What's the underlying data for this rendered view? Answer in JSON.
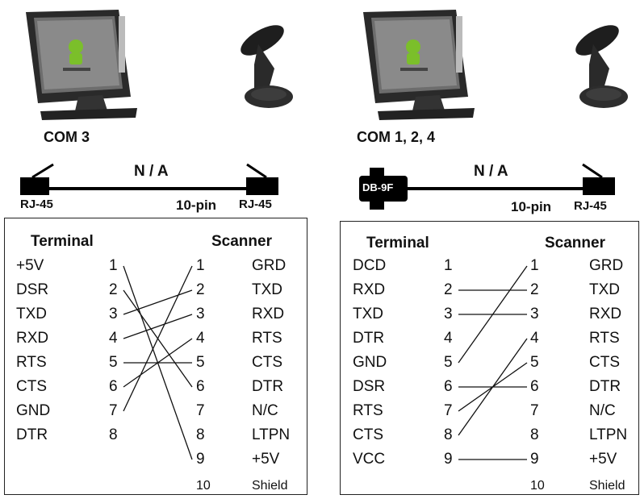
{
  "left": {
    "port_label": "COM 3",
    "cable_label": "N / A",
    "terminal_connector": "RJ-45",
    "scanner_connector_prefix": "10-pin",
    "scanner_connector": "RJ-45",
    "terminal_header": "Terminal",
    "scanner_header": "Scanner",
    "terminal_pins": [
      {
        "signal": "+5V",
        "pin": "1"
      },
      {
        "signal": "DSR",
        "pin": "2"
      },
      {
        "signal": "TXD",
        "pin": "3"
      },
      {
        "signal": "RXD",
        "pin": "4"
      },
      {
        "signal": "RTS",
        "pin": "5"
      },
      {
        "signal": "CTS",
        "pin": "6"
      },
      {
        "signal": "GND",
        "pin": "7"
      },
      {
        "signal": "DTR",
        "pin": "8"
      }
    ],
    "scanner_pins": [
      {
        "pin": "1",
        "signal": "GRD"
      },
      {
        "pin": "2",
        "signal": "TXD"
      },
      {
        "pin": "3",
        "signal": "RXD"
      },
      {
        "pin": "4",
        "signal": "RTS"
      },
      {
        "pin": "5",
        "signal": "CTS"
      },
      {
        "pin": "6",
        "signal": "DTR"
      },
      {
        "pin": "7",
        "signal": "N/C"
      },
      {
        "pin": "8",
        "signal": "LTPN"
      },
      {
        "pin": "9",
        "signal": "+5V"
      },
      {
        "pin": "10",
        "signal": "Shield"
      }
    ],
    "wires": [
      [
        1,
        9
      ],
      [
        2,
        6
      ],
      [
        3,
        2
      ],
      [
        4,
        3
      ],
      [
        5,
        5
      ],
      [
        6,
        4
      ],
      [
        7,
        1
      ],
      [
        8,
        0
      ]
    ]
  },
  "right": {
    "port_label": "COM 1, 2, 4",
    "cable_label": "N / A",
    "terminal_connector": "DB-9F",
    "scanner_connector_prefix": "10-pin",
    "scanner_connector": "RJ-45",
    "terminal_header": "Terminal",
    "scanner_header": "Scanner",
    "terminal_pins": [
      {
        "signal": "DCD",
        "pin": "1"
      },
      {
        "signal": "RXD",
        "pin": "2"
      },
      {
        "signal": "TXD",
        "pin": "3"
      },
      {
        "signal": "DTR",
        "pin": "4"
      },
      {
        "signal": "GND",
        "pin": "5"
      },
      {
        "signal": "DSR",
        "pin": "6"
      },
      {
        "signal": "RTS",
        "pin": "7"
      },
      {
        "signal": "CTS",
        "pin": "8"
      },
      {
        "signal": "VCC",
        "pin": "9"
      }
    ],
    "scanner_pins": [
      {
        "pin": "1",
        "signal": "GRD"
      },
      {
        "pin": "2",
        "signal": "TXD"
      },
      {
        "pin": "3",
        "signal": "RXD"
      },
      {
        "pin": "4",
        "signal": "RTS"
      },
      {
        "pin": "5",
        "signal": "CTS"
      },
      {
        "pin": "6",
        "signal": "DTR"
      },
      {
        "pin": "7",
        "signal": "N/C"
      },
      {
        "pin": "8",
        "signal": "LTPN"
      },
      {
        "pin": "9",
        "signal": "+5V"
      },
      {
        "pin": "10",
        "signal": "Shield"
      }
    ],
    "wires": [
      [
        2,
        2
      ],
      [
        3,
        3
      ],
      [
        5,
        1
      ],
      [
        6,
        6
      ],
      [
        7,
        5
      ],
      [
        8,
        4
      ],
      [
        9,
        9
      ]
    ]
  },
  "device_logo_text": "ANDROID"
}
